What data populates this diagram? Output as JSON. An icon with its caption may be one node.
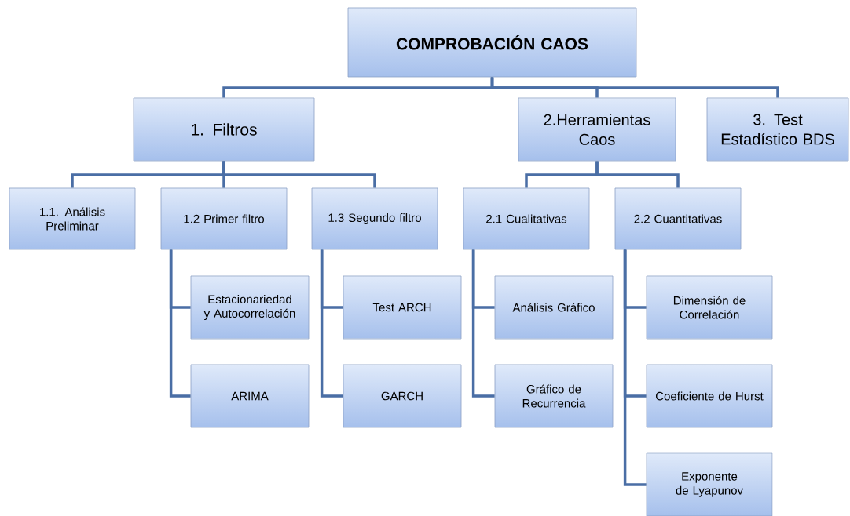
{
  "diagram": {
    "nodes": [
      {
        "text": [
          "COMPROBACIÓN CAOS"
        ]
      },
      {
        "text": [
          "1. Filtros"
        ]
      },
      {
        "text": [
          "2.Herramientas Caos"
        ]
      },
      {
        "text": [
          "3. Test Estadístico BDS"
        ]
      },
      {
        "text": [
          "1.1. Análisis Preliminar"
        ]
      },
      {
        "text": [
          "1.2 Primer filtro"
        ]
      },
      {
        "text": [
          "1.3 Segundo filtro"
        ]
      },
      {
        "text": [
          "2.1 Cualitativas"
        ]
      },
      {
        "text": [
          "2.2 Cuantitativas"
        ]
      },
      {
        "text": [
          "Estacionariedad y Autocorrelación"
        ]
      },
      {
        "text": [
          "ARIMA"
        ]
      },
      {
        "text": [
          "Test ARCH"
        ]
      },
      {
        "text": [
          "GARCH"
        ]
      },
      {
        "text": [
          "Análisis Gráfico"
        ]
      },
      {
        "text": [
          "Gráfico de Recurrencia"
        ]
      },
      {
        "text": [
          "Dimensión de Correlación"
        ]
      },
      {
        "text": [
          "Coeficiente de Hurst"
        ]
      },
      {
        "text": [
          "Exponente de Lyapunov"
        ]
      }
    ],
    "edges": [
      {
        "from": 0,
        "to": 1,
        "arrow": "none"
      },
      {
        "from": 0,
        "to": 2,
        "arrow": "none"
      },
      {
        "from": 0,
        "to": 3,
        "arrow": "none"
      },
      {
        "from": 1,
        "to": 4,
        "arrow": "none"
      },
      {
        "from": 1,
        "to": 5,
        "arrow": "none"
      },
      {
        "from": 1,
        "to": 6,
        "arrow": "none"
      },
      {
        "from": 2,
        "to": 7,
        "arrow": "none"
      },
      {
        "from": 2,
        "to": 8,
        "arrow": "none"
      },
      {
        "from": 5,
        "to": 9,
        "arrow": "none"
      },
      {
        "from": 5,
        "to": 10,
        "arrow": "none"
      },
      {
        "from": 6,
        "to": 11,
        "arrow": "none"
      },
      {
        "from": 6,
        "to": 12,
        "arrow": "none"
      },
      {
        "from": 7,
        "to": 13,
        "arrow": "none"
      },
      {
        "from": 7,
        "to": 14,
        "arrow": "none"
      },
      {
        "from": 8,
        "to": 15,
        "arrow": "none"
      },
      {
        "from": 8,
        "to": 16,
        "arrow": "none"
      },
      {
        "from": 8,
        "to": 17,
        "arrow": "none"
      }
    ]
  }
}
